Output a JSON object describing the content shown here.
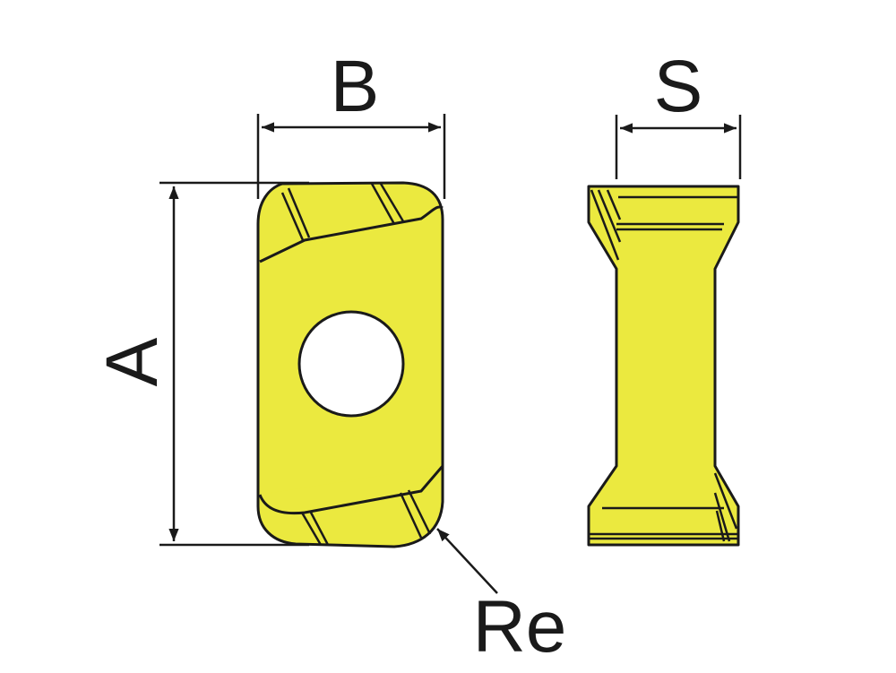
{
  "labels": {
    "length": "A",
    "width": "B",
    "thickness": "S",
    "corner_radius": "Re"
  },
  "colors": {
    "insert_fill": "#ebe93f",
    "line": "#1a1a1a",
    "background": "#ffffff"
  }
}
